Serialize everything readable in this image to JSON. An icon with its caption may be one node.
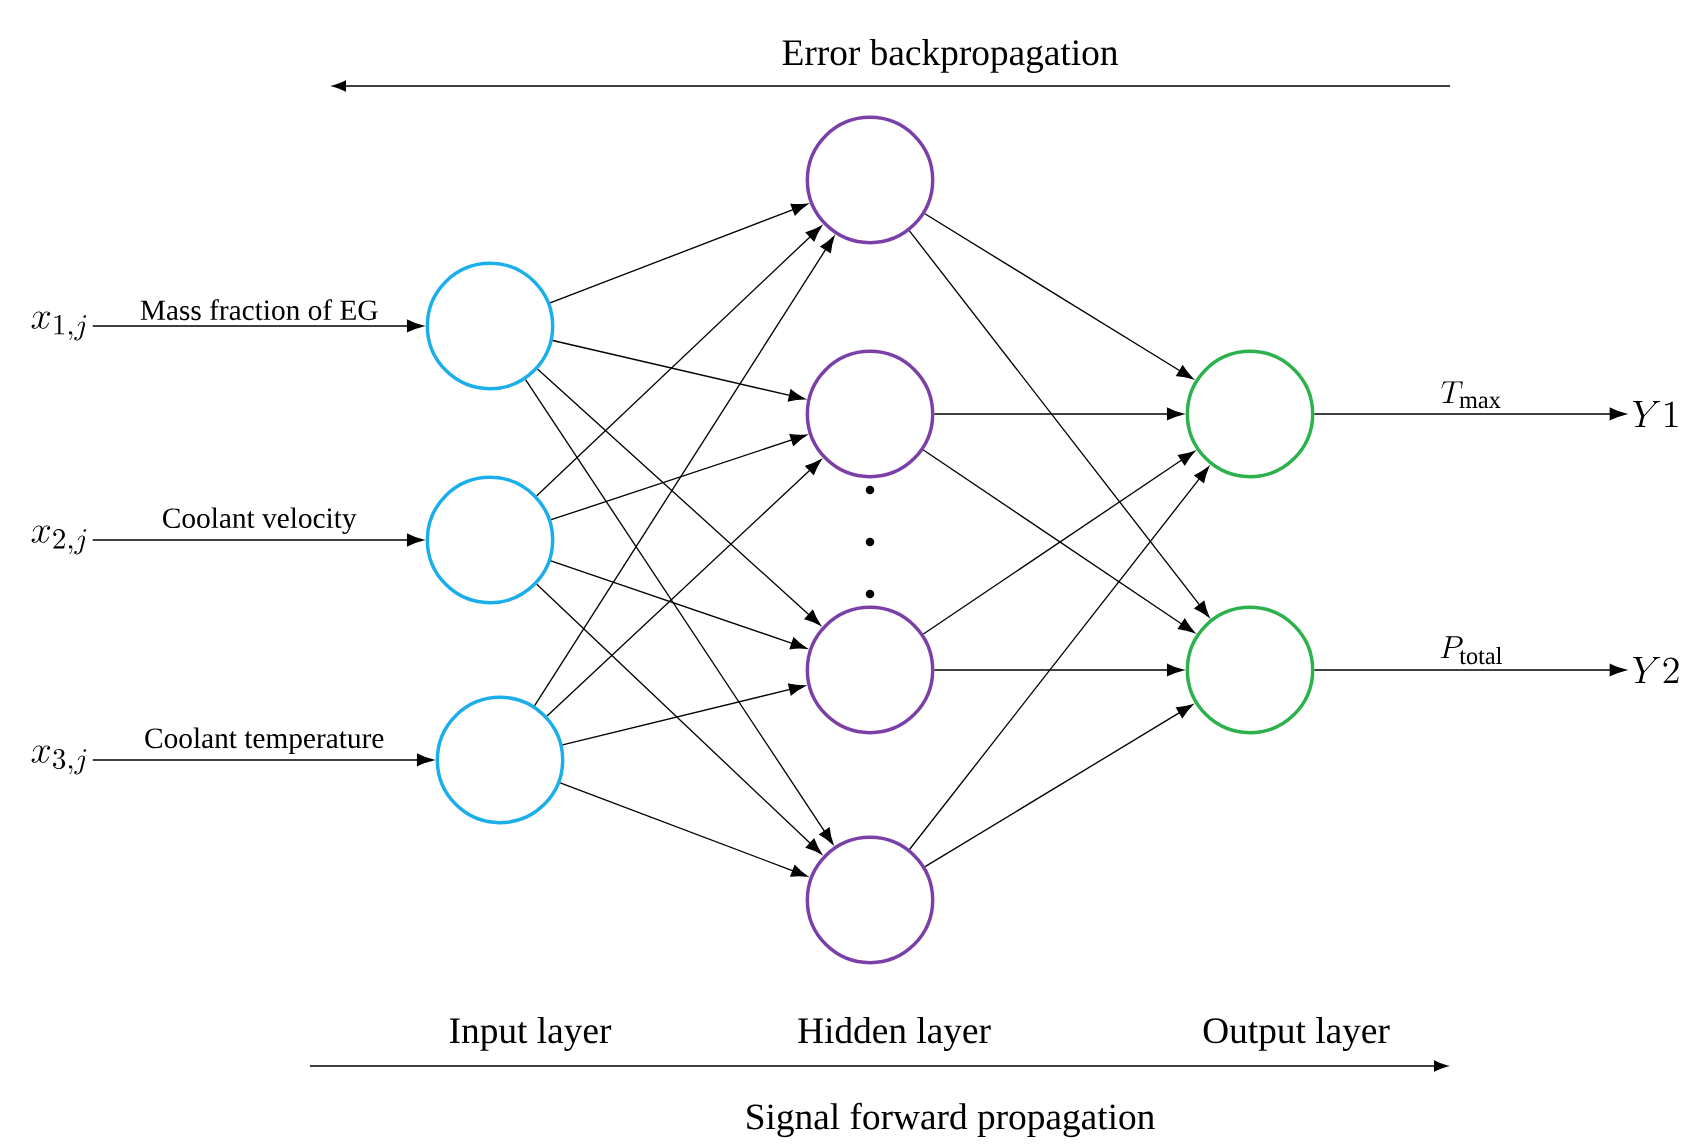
{
  "diagram": {
    "nodes": [
      {
        "text": [
          "x_{1,j}"
        ]
      },
      {
        "text": [
          "x_{2,j}"
        ]
      },
      {
        "text": [
          "x_{3,j}"
        ]
      },
      {
        "text": [],
        "shape": "circle"
      },
      {
        "text": [],
        "shape": "circle"
      },
      {
        "text": [],
        "shape": "circle"
      },
      {
        "text": [],
        "shape": "circle"
      },
      {
        "text": [],
        "shape": "circle"
      },
      {
        "text": [],
        "shape": "circle"
      },
      {
        "text": [],
        "shape": "circle"
      },
      {
        "text": [],
        "shape": "circle"
      },
      {
        "text": [],
        "shape": "circle"
      },
      {
        "text": [
          "Y1"
        ]
      },
      {
        "text": [
          "Y2"
        ]
      }
    ],
    "edges": [
      {
        "from": 0,
        "to": 3,
        "arrow": "to",
        "label": "Mass fraction of EG"
      },
      {
        "from": 1,
        "to": 4,
        "arrow": "to",
        "label": "Coolant velocity"
      },
      {
        "from": 2,
        "to": 5,
        "arrow": "to",
        "label": "Coolant temperature"
      },
      {
        "from": 3,
        "to": 6,
        "arrow": "to"
      },
      {
        "from": 3,
        "to": 7,
        "arrow": "to"
      },
      {
        "from": 3,
        "to": 8,
        "arrow": "to"
      },
      {
        "from": 3,
        "to": 9,
        "arrow": "to"
      },
      {
        "from": 4,
        "to": 6,
        "arrow": "to"
      },
      {
        "from": 4,
        "to": 7,
        "arrow": "to"
      },
      {
        "from": 4,
        "to": 8,
        "arrow": "to"
      },
      {
        "from": 4,
        "to": 9,
        "arrow": "to"
      },
      {
        "from": 5,
        "to": 6,
        "arrow": "to"
      },
      {
        "from": 5,
        "to": 7,
        "arrow": "to"
      },
      {
        "from": 5,
        "to": 8,
        "arrow": "to"
      },
      {
        "from": 5,
        "to": 9,
        "arrow": "to"
      },
      {
        "from": 6,
        "to": 10,
        "arrow": "to"
      },
      {
        "from": 6,
        "to": 11,
        "arrow": "to"
      },
      {
        "from": 7,
        "to": 10,
        "arrow": "to"
      },
      {
        "from": 7,
        "to": 11,
        "arrow": "to"
      },
      {
        "from": 8,
        "to": 10,
        "arrow": "to"
      },
      {
        "from": 8,
        "to": 11,
        "arrow": "to"
      },
      {
        "from": 9,
        "to": 10,
        "arrow": "to"
      },
      {
        "from": 9,
        "to": 11,
        "arrow": "to"
      },
      {
        "from": 10,
        "to": 12,
        "arrow": "to",
        "label": "T_{\\mathrm{max}}"
      },
      {
        "from": 11,
        "to": 13,
        "arrow": "to",
        "label": "P_{\\mathrm{total}}"
      }
    ],
    "labels": [
      "Error backpropagation",
      "Input layer",
      "Hidden layer",
      "Output layer",
      "Signal forward propagation"
    ]
  }
}
